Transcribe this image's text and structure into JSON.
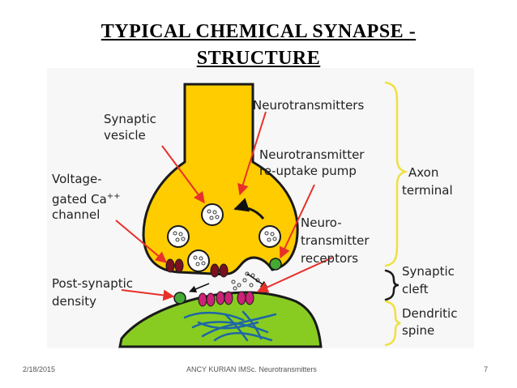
{
  "title": {
    "line1": "TYPICAL   CHEMICAL   SYNAPSE  -",
    "line2": "STRUCTURE"
  },
  "labels": {
    "synaptic_vesicle_1": "Synaptic",
    "synaptic_vesicle_2": "vesicle",
    "neurotransmitters": "Neurotransmitters",
    "reuptake_1": "Neurotransmitter",
    "reuptake_2": "re-uptake pump",
    "ca_1": "Voltage-",
    "ca_2": "gated Ca",
    "ca_sup": "++",
    "ca_3": "channel",
    "receptors_1": "Neuro-",
    "receptors_2": "transmitter",
    "receptors_3": "receptors",
    "psd_1": "Post-synaptic",
    "psd_2": "density",
    "axon_1": "Axon",
    "axon_2": "terminal",
    "cleft_1": "Synaptic",
    "cleft_2": "cleft",
    "spine_1": "Dendritic",
    "spine_2": "spine"
  },
  "footer": {
    "date": "2/18/2015",
    "author": "ANCY KURIAN IMSc.   Neurotransmitters",
    "page": "7"
  },
  "colors": {
    "axon": "#FFCC00",
    "dendrite": "#88CC22",
    "arrow": "#E8302A",
    "brace": "#F0E040",
    "channel": "#7A1020",
    "receptor": "#CC2277",
    "pump": "#44AA33",
    "filament": "#1E66A6"
  }
}
